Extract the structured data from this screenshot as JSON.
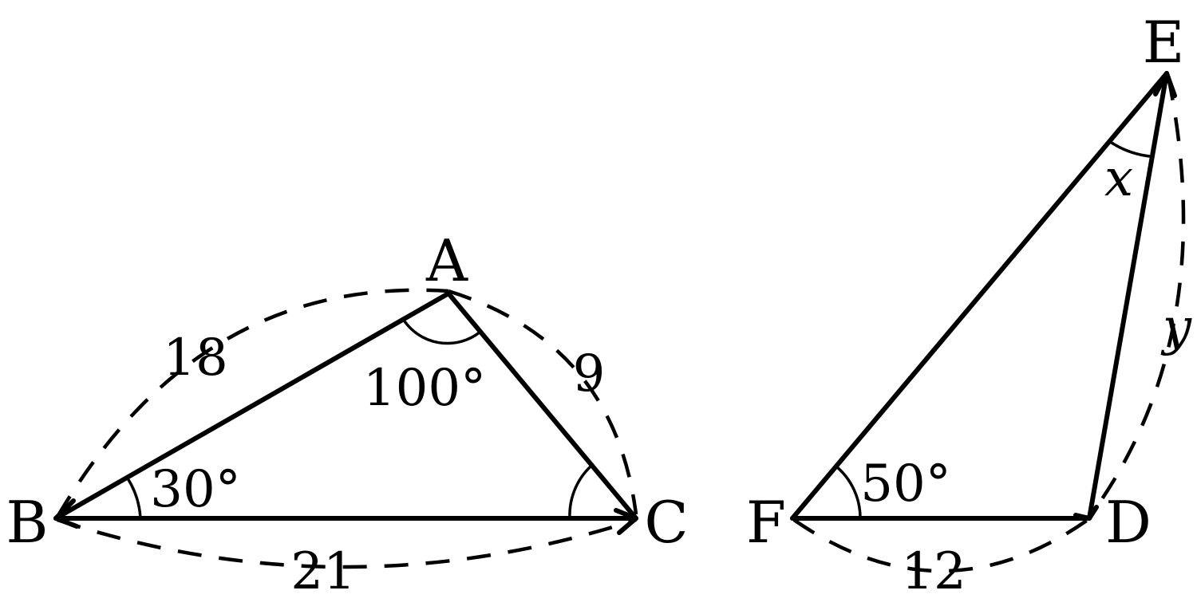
{
  "triangle_abc": {
    "vertices": {
      "a": "A",
      "b": "B",
      "c": "C"
    },
    "side_ab": "18",
    "side_ac": "9",
    "side_bc": "21",
    "angle_a": "100°",
    "angle_b": "30°"
  },
  "triangle_def": {
    "vertices": {
      "d": "D",
      "e": "E",
      "f": "F"
    },
    "side_fd": "12",
    "side_de": "y",
    "angle_e": "x",
    "angle_f": "50°"
  }
}
